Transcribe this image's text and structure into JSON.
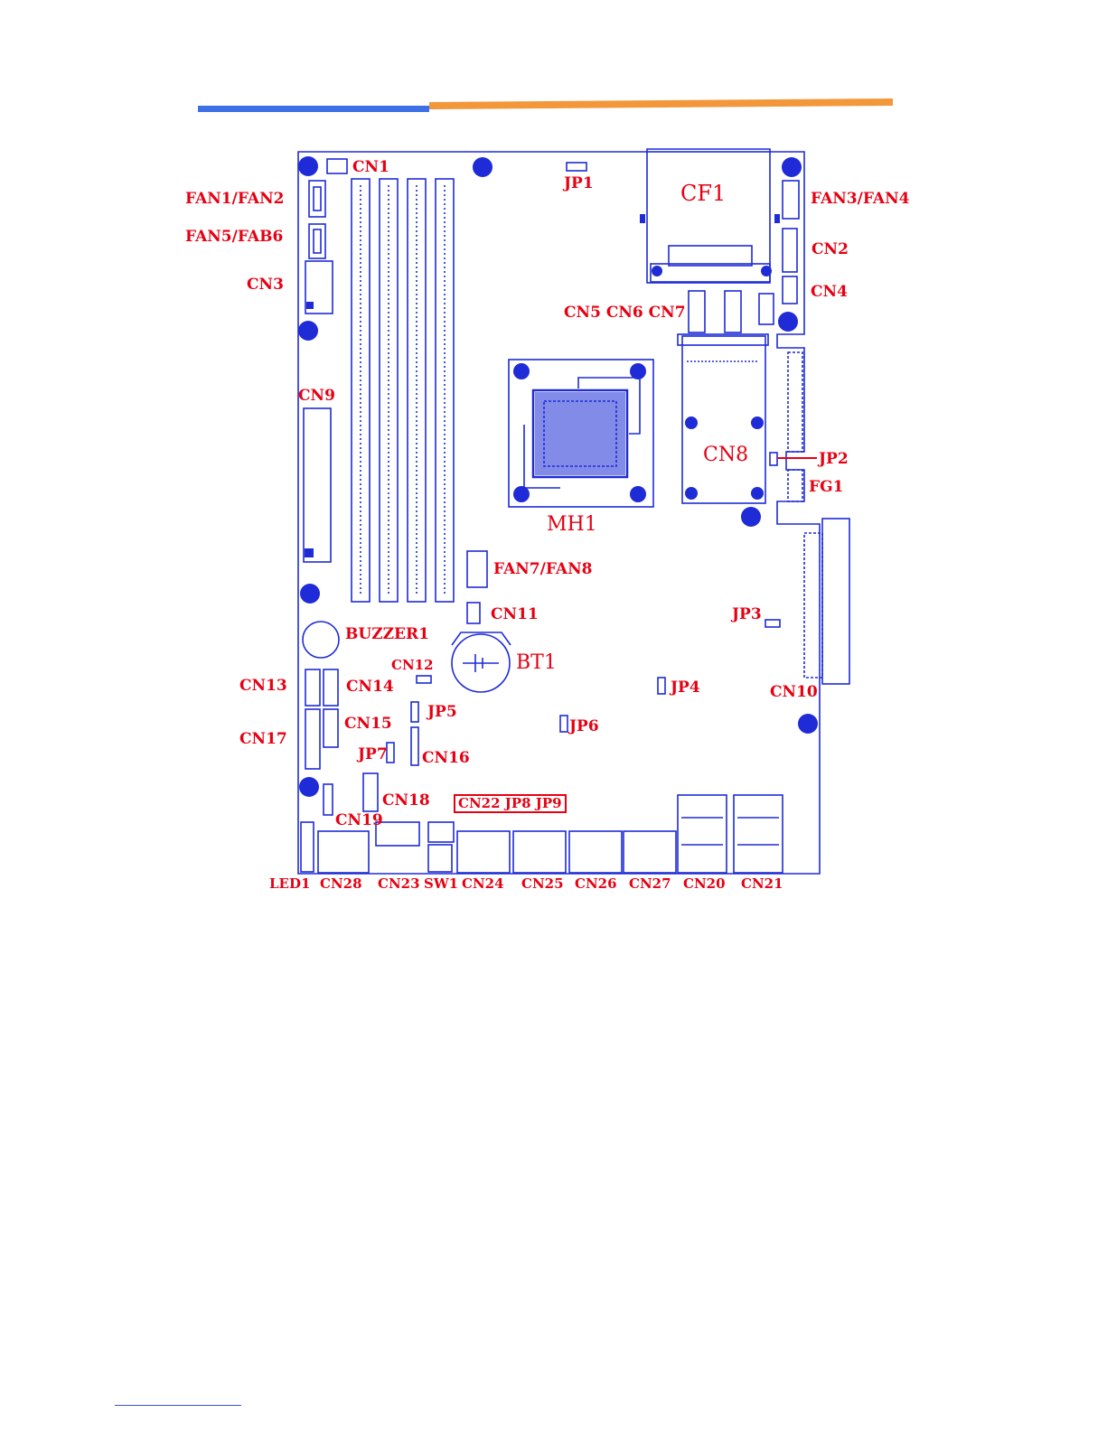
{
  "colors": {
    "board_line": "#1e2bd6",
    "label_red": "#e60012",
    "header_blue": "#3d6fe6",
    "header_orange": "#f2973a"
  },
  "labels": {
    "cn1": "CN1",
    "jp1": "JP1",
    "cf1": "CF1",
    "fan1_fan2": "FAN1/FAN2",
    "fan5_fab6": "FAN5/FAB6",
    "fan3_fan4": "FAN3/FAN4",
    "cn2": "CN2",
    "cn3": "CN3",
    "cn4": "CN4",
    "cn5_cn6_cn7": "CN5 CN6 CN7",
    "cn9": "CN9",
    "mh1": "MH1",
    "cn8": "CN8",
    "jp2": "JP2",
    "fg1": "FG1",
    "fan7_fan8": "FAN7/FAN8",
    "cn11": "CN11",
    "jp3": "JP3",
    "buzzer1": "BUZZER1",
    "bt1": "BT1",
    "cn12": "CN12",
    "cn13": "CN13",
    "cn14": "CN14",
    "jp4": "JP4",
    "cn10": "CN10",
    "jp5": "JP5",
    "cn15": "CN15",
    "jp6": "JP6",
    "cn17": "CN17",
    "jp7": "JP7",
    "cn16": "CN16",
    "cn18": "CN18",
    "cn22_jp8_jp9": "CN22 JP8 JP9",
    "cn19": "CN19",
    "led1": "LED1",
    "cn28": "CN28",
    "cn23": "CN23",
    "sw1": "SW1",
    "cn24": "CN24",
    "cn25": "CN25",
    "cn26": "CN26",
    "cn27": "CN27",
    "cn20": "CN20",
    "cn21": "CN21"
  }
}
